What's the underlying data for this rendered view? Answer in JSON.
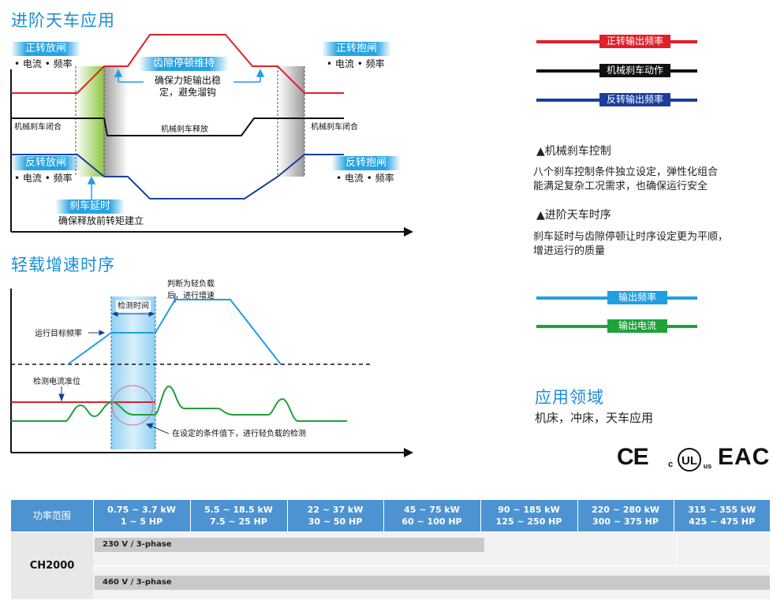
{
  "crane": {
    "title": "进阶天车应用",
    "tag_forward_release": "正转放闸",
    "tag_forward_hold": "正转抱闸",
    "tag_reverse_release": "反转放闸",
    "tag_reverse_hold": "反转抱闸",
    "tag_backlash": "齿隙停顿维持",
    "tag_brake_delay": "刹车延时",
    "current_freq_1": "• 电流  • 频率",
    "current_freq_2": "• 电流  • 频率",
    "current_freq_3": "• 电流  • 频率",
    "current_freq_4": "• 电流  • 频率",
    "torque_note": "确保力矩输出稳\n定，避免溜钩",
    "brake_close_left": "机械刹车闭合",
    "brake_close_right": "机械刹车闭合",
    "brake_release": "机械刹车释放",
    "release_note": "确保释放前转矩建立"
  },
  "light_load": {
    "title": "轻载增速时序",
    "detect_time": "检测时间",
    "judge_note": "判断为轻负载\n后，进行增速",
    "target_freq": "运行目标频率",
    "detect_level": "检测电流准位",
    "condition_note": "在设定的条件值下，进行轻负载的检测"
  },
  "legend": {
    "forward_freq": "正转输出频率",
    "brake_action": "机械刹车动作",
    "reverse_freq": "反转输出频率",
    "output_freq": "输出频率",
    "output_current": "输出电流",
    "colors": {
      "red": "#e0202a",
      "black": "#111111",
      "blue": "#1a3e9c",
      "cyan": "#1f9fe0",
      "green": "#1ea23a"
    }
  },
  "features": {
    "brake_heading": "▲机械刹车控制",
    "brake_text": "八个刹车控制条件独立设定，弹性化组合\n能满足复杂工况需求，也确保运行安全",
    "crane_heading": "▲进阶天车时序",
    "crane_text": "刹车延时与齿隙停顿让时序设定更为平顺，\n增进运行的质量",
    "app_title": "应用领域",
    "app_text": "机床，冲床，天车应用"
  },
  "certs": {
    "ce": "CE",
    "ul": "c UL us",
    "eac": "EAC"
  },
  "table": {
    "header_label": "功率范围",
    "columns": [
      {
        "kw": "0.75 ~ 3.7 kW",
        "hp": "1 ~ 5 HP"
      },
      {
        "kw": "5.5 ~ 18.5 kW",
        "hp": "7.5 ~ 25 HP"
      },
      {
        "kw": "22 ~ 37 kW",
        "hp": "30 ~ 50 HP"
      },
      {
        "kw": "45 ~ 75 kW",
        "hp": "60 ~ 100 HP"
      },
      {
        "kw": "90 ~ 185 kW",
        "hp": "125 ~ 250 HP"
      },
      {
        "kw": "220 ~ 280 kW",
        "hp": "300 ~ 375 HP"
      },
      {
        "kw": "315 ~ 355 kW",
        "hp": "425 ~ 475 HP"
      }
    ],
    "model": "CH2000",
    "voltage_230": "230 V / 3-phase",
    "voltage_460": "460 V / 3-phase"
  }
}
